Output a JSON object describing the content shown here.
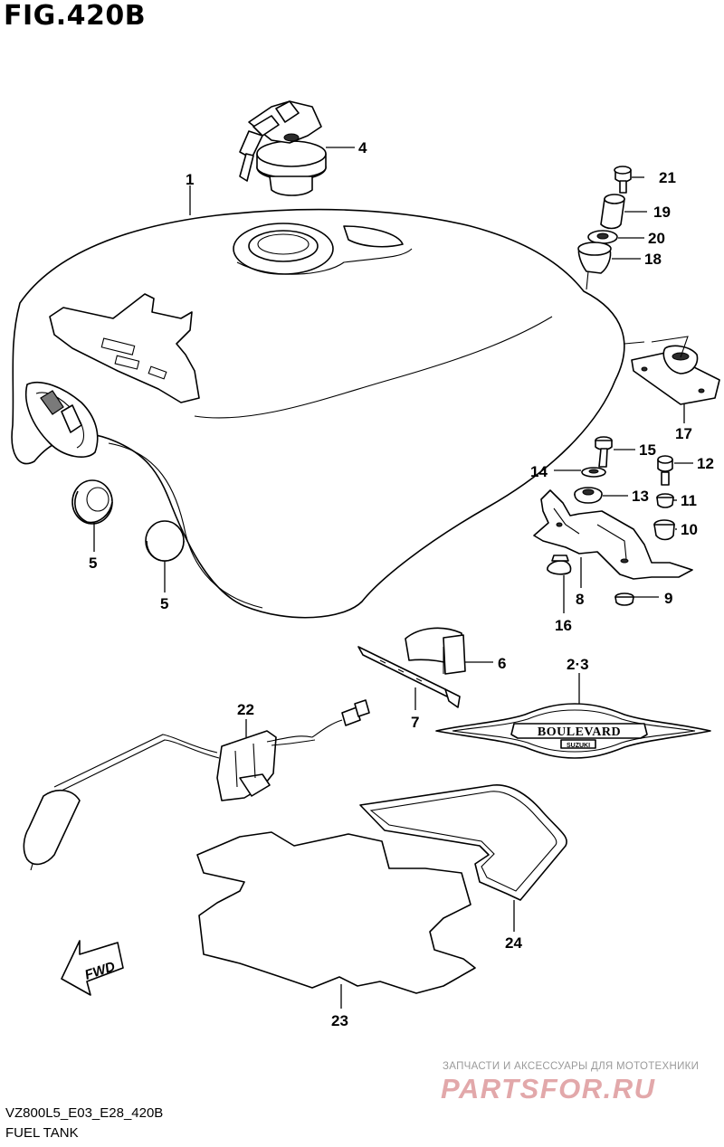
{
  "figure": {
    "title": "FIG.420B",
    "code": "VZ800L5_E03_E28_420B",
    "name": "FUEL TANK"
  },
  "callouts": {
    "c1": "1",
    "c4": "4",
    "c21": "21",
    "c19": "19",
    "c20": "20",
    "c18": "18",
    "c17": "17",
    "c15": "15",
    "c12": "12",
    "c14": "14",
    "c13": "13",
    "c11": "11",
    "c10": "10",
    "c8": "8",
    "c9": "9",
    "c16": "16",
    "c5a": "5",
    "c5b": "5",
    "c6": "6",
    "c23lbl": "2·3",
    "c7": "7",
    "c22": "22",
    "c24": "24",
    "c23": "23"
  },
  "emblem": {
    "text": "BOULEVARD",
    "subtext": "SUZUKI"
  },
  "fwd_arrow": "FWD",
  "watermark": {
    "line1": "ЗАПЧАСТИ И АКСЕССУАРЫ ДЛЯ МОТОТЕХНИКИ",
    "brand": "PARTSFOR.RU"
  }
}
